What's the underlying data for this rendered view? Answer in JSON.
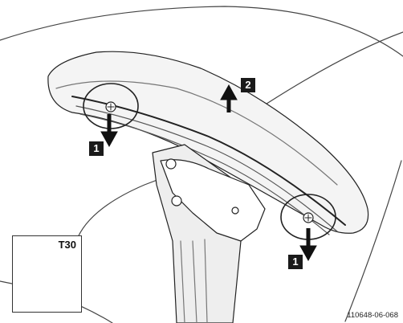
{
  "diagram": {
    "steps": {
      "step1_left": "1",
      "step1_right": "1",
      "step2": "2"
    },
    "tool": {
      "label": "T30"
    },
    "part_number": "110648-06-068"
  }
}
